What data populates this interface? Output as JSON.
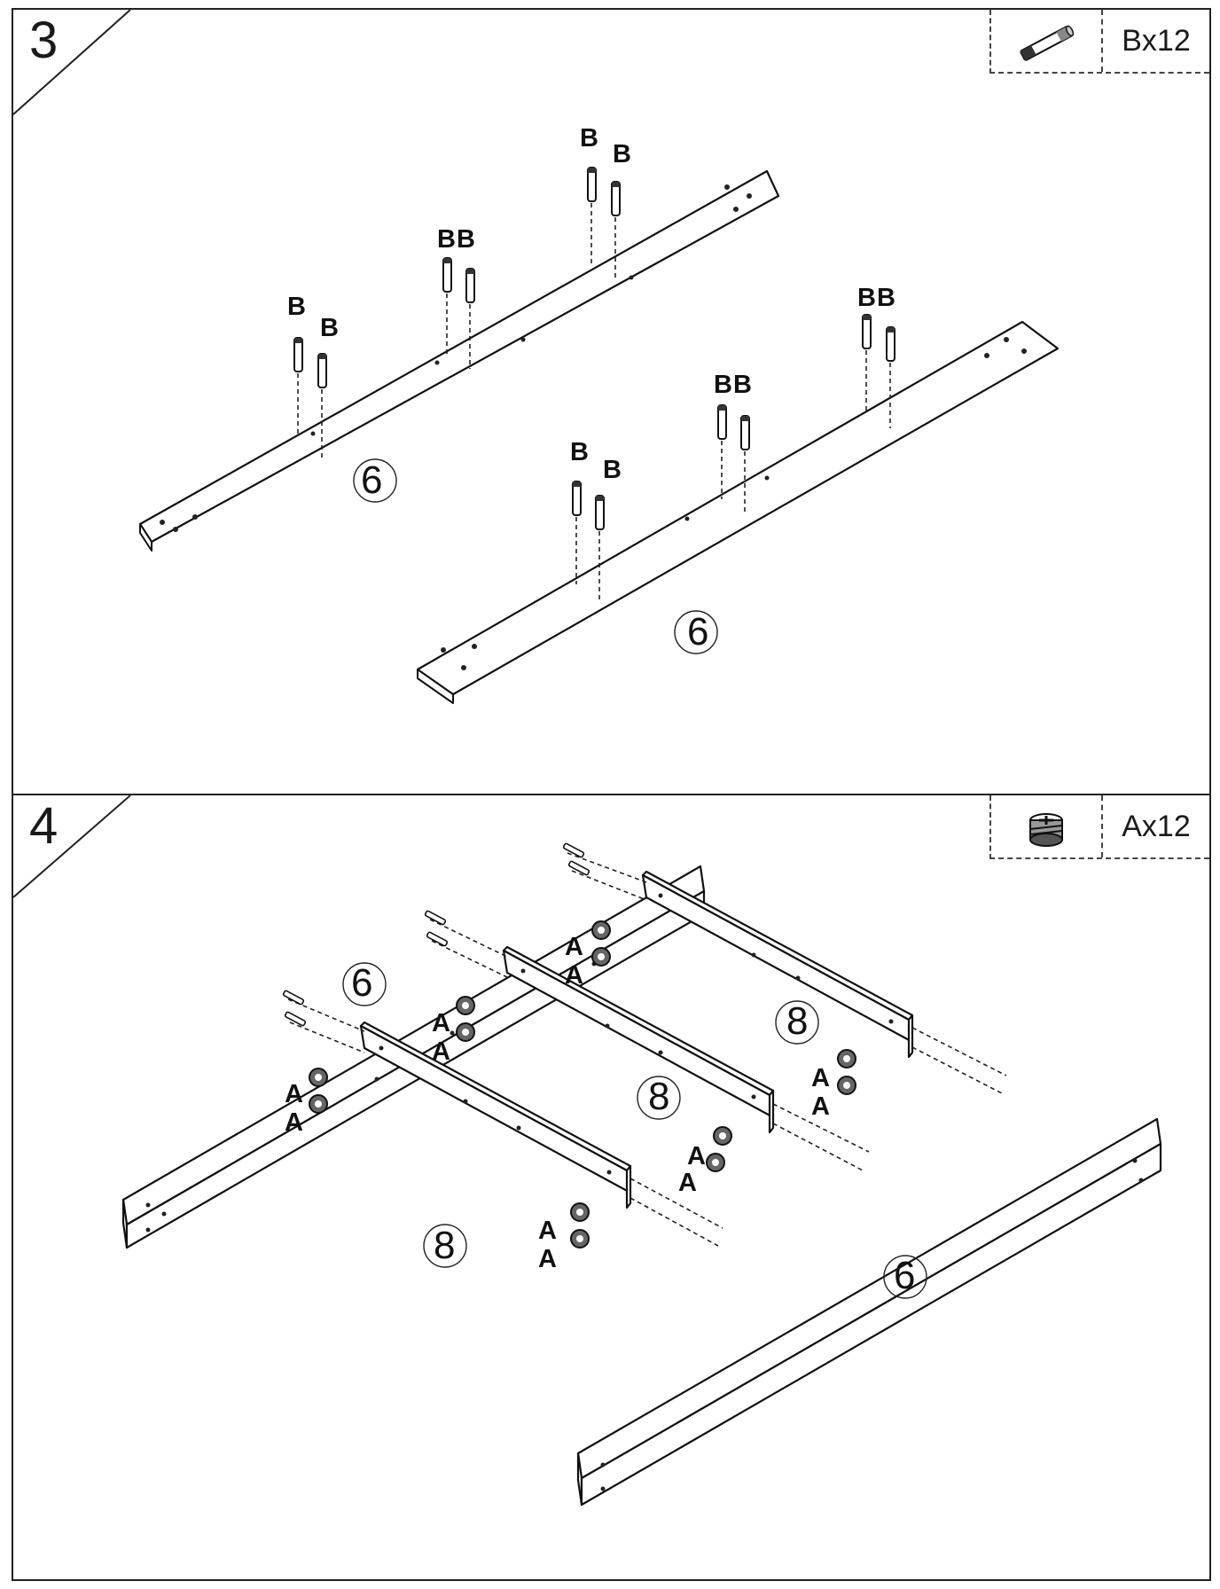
{
  "step3": {
    "step_number": "3",
    "hardware": {
      "count_label": "Bx12",
      "icon": "wooden-dowel-icon"
    },
    "dowel_labels": [
      "B",
      "B",
      "B",
      "B",
      "B",
      "B",
      "B",
      "B",
      "B",
      "B",
      "B",
      "B"
    ],
    "part_labels": [
      "6",
      "6"
    ]
  },
  "step4": {
    "step_number": "4",
    "hardware": {
      "count_label": "Ax12",
      "icon": "cam-lock-nut-icon"
    },
    "cam_labels": [
      "A",
      "A",
      "A",
      "A",
      "A",
      "A",
      "A",
      "A",
      "A",
      "A",
      "A",
      "A"
    ],
    "part_labels": [
      "6",
      "6",
      "8",
      "8",
      "8"
    ]
  }
}
